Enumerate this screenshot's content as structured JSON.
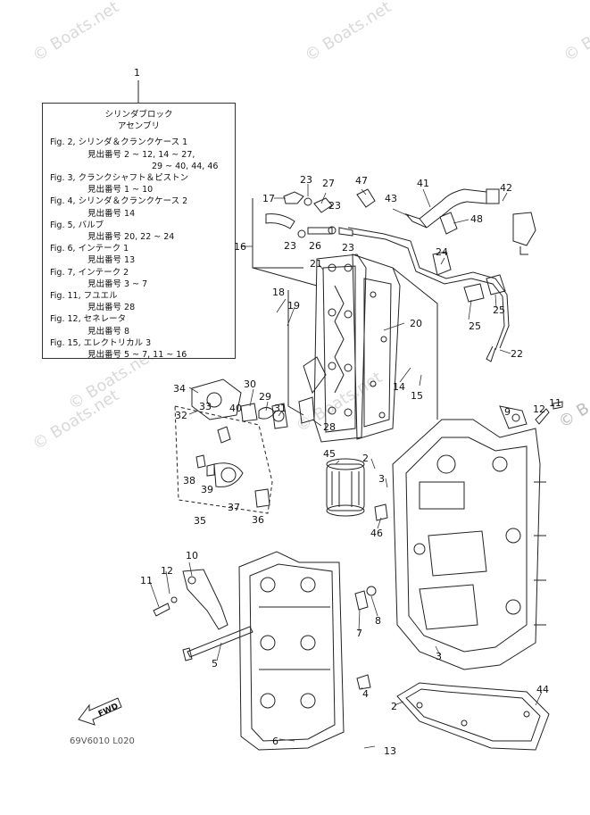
{
  "watermarks": [
    "© Boats.net",
    "© Boats.net",
    "© Boats.net",
    "© Boats.net",
    "© Boats.net",
    "© Boats.net",
    "© B"
  ],
  "legend": {
    "number": "1",
    "title1": "シリンダブロック",
    "title2": "アセンブリ",
    "entries": [
      {
        "fig": "Fig. 2, シリンダ＆クランクケース 1",
        "lines": [
          "見出番号 2 ~ 12, 14 ~ 27,",
          "29 ~ 40, 44, 46"
        ]
      },
      {
        "fig": "Fig. 3, クランクシャフト＆ピストン",
        "lines": [
          "見出番号 1 ~ 10"
        ]
      },
      {
        "fig": "Fig. 4, シリンダ＆クランクケース 2",
        "lines": [
          "見出番号 14"
        ]
      },
      {
        "fig": "Fig. 5, バルブ",
        "lines": [
          "見出番号 20, 22 ~ 24"
        ]
      },
      {
        "fig": "Fig. 6, インテーク 1",
        "lines": [
          "見出番号 13"
        ]
      },
      {
        "fig": "Fig. 7, インテーク 2",
        "lines": [
          "見出番号 3 ~ 7"
        ]
      },
      {
        "fig": "Fig. 11, フユエル",
        "lines": [
          "見出番号 28"
        ]
      },
      {
        "fig": "Fig. 12, セネレータ",
        "lines": [
          "見出番号 8"
        ]
      },
      {
        "fig": "Fig. 15, エレクトリカル 3",
        "lines": [
          "見出番号 5 ~ 7, 11 ~ 16"
        ]
      }
    ]
  },
  "callouts": [
    "1",
    "17",
    "23",
    "27",
    "47",
    "43",
    "41",
    "42",
    "23",
    "23",
    "48",
    "16",
    "26",
    "23",
    "21",
    "24",
    "18",
    "19",
    "20",
    "25",
    "25",
    "22",
    "34",
    "14",
    "15",
    "32",
    "30",
    "29",
    "31",
    "33",
    "40",
    "28",
    "9",
    "12",
    "11",
    "45",
    "2",
    "3",
    "38",
    "39",
    "37",
    "36",
    "35",
    "46",
    "10",
    "12",
    "11",
    "8",
    "7",
    "5",
    "3",
    "4",
    "2",
    "44",
    "6",
    "13"
  ],
  "fwd_label": "FWD",
  "drawing_code": "69V6010 L020"
}
